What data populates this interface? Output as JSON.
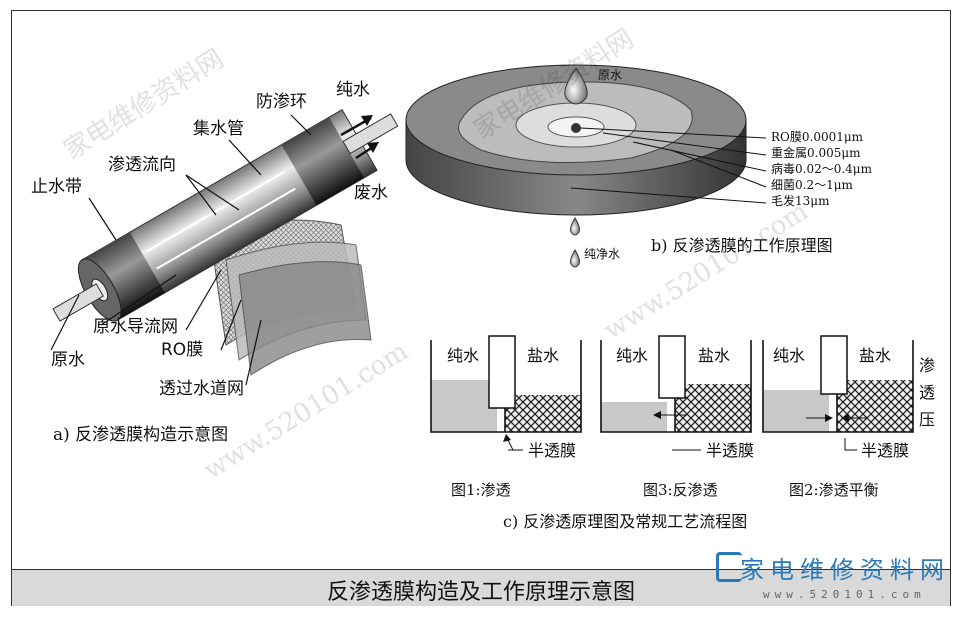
{
  "panel_a": {
    "caption": "a) 反渗透膜构造示意图",
    "labels": {
      "pure_water": "纯水",
      "anti_seepage_ring": "防渗环",
      "collection_pipe": "集水管",
      "permeate_direction": "渗透流向",
      "water_stop_band": "止水带",
      "waste_water": "废水",
      "raw_water_guide_net": "原水导流网",
      "ro_membrane": "RO膜",
      "raw_water": "原水",
      "permeate_channel_net": "透过水道网"
    }
  },
  "panel_b": {
    "caption": "b) 反渗透膜的工作原理图",
    "raw_water": "原水",
    "pure_water": "纯净水",
    "scale": [
      "RO膜0.0001μm",
      "重金属0.005μm",
      "病毒0.02～0.4μm",
      "细菌0.2～1μm",
      "毛发13μm"
    ]
  },
  "panel_c": {
    "caption": "c) 反渗透原理图及常规工艺流程图",
    "pure_water": "纯水",
    "salt_water": "盐水",
    "semipermeable": "半透膜",
    "osmotic_pressure": [
      "渗",
      "透",
      "压"
    ],
    "fig1": "图1:渗透",
    "fig3": "图3:反渗透",
    "fig2": "图2:渗透平衡"
  },
  "footer": {
    "title": "反渗透膜构造及工作原理示意图",
    "logo": "家电维修资料网",
    "url": "www.520101.com"
  },
  "watermark": [
    "家电维修资料网",
    "www.520101.com"
  ],
  "colors": {
    "water": "#c8c8c8",
    "salt_hatch": "#222222",
    "logo_blue": "#2a7ab8"
  }
}
